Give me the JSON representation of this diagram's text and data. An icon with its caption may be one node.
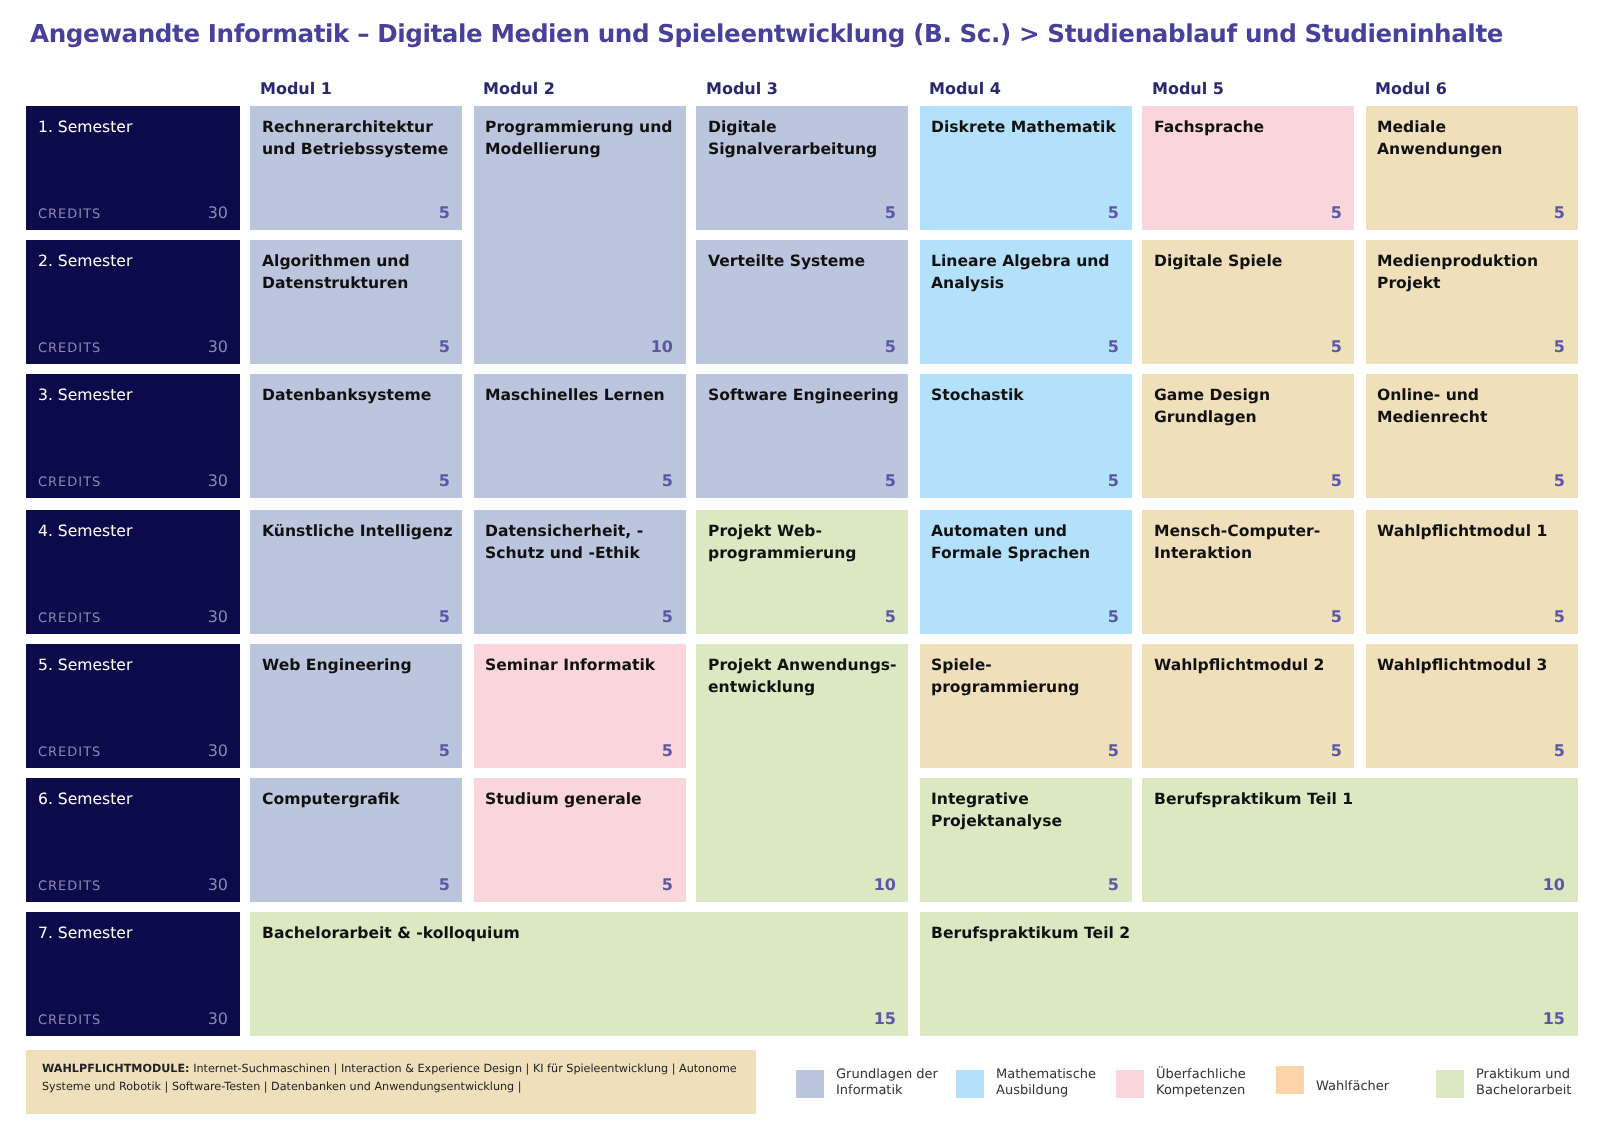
{
  "diagram": {
    "title": "Angewandte Informatik – Digitale Medien und Spieleentwicklung (B. Sc.) > Studienablauf und Studieninhalte",
    "nodes": [
      {
        "text": [
          "1. Semester",
          "CREDITS",
          "30"
        ]
      },
      {
        "text": [
          "Rechnerarchitektur und Betriebssysteme",
          "5"
        ]
      },
      {
        "text": [
          "Programmierung und Modellierung",
          "10"
        ]
      },
      {
        "text": [
          "Digitale Signalverarbeitung",
          "5"
        ]
      },
      {
        "text": [
          "Diskrete Mathematik",
          "5"
        ]
      },
      {
        "text": [
          "Fachsprache",
          "5"
        ]
      },
      {
        "text": [
          "Mediale Anwendungen",
          "5"
        ]
      },
      {
        "text": [
          "2. Semester",
          "CREDITS",
          "30"
        ]
      },
      {
        "text": [
          "Algorithmen und Datenstrukturen",
          "5"
        ]
      },
      {
        "text": [
          "Verteilte Systeme",
          "5"
        ]
      },
      {
        "text": [
          "Lineare Algebra und Analysis",
          "5"
        ]
      },
      {
        "text": [
          "Digitale Spiele",
          "5"
        ]
      },
      {
        "text": [
          "Medienproduktion Projekt",
          "5"
        ]
      },
      {
        "text": [
          "3. Semester",
          "CREDITS",
          "30"
        ]
      },
      {
        "text": [
          "Datenbanksysteme",
          "5"
        ]
      },
      {
        "text": [
          "Maschinelles Lernen",
          "5"
        ]
      },
      {
        "text": [
          "Software Engineering",
          "5"
        ]
      },
      {
        "text": [
          "Stochastik",
          "5"
        ]
      },
      {
        "text": [
          "Game Design Grundlagen",
          "5"
        ]
      },
      {
        "text": [
          "Online- und Medienrecht",
          "5"
        ]
      },
      {
        "text": [
          "4. Semester",
          "CREDITS",
          "30"
        ]
      },
      {
        "text": [
          "Künstliche Intelligenz",
          "5"
        ]
      },
      {
        "text": [
          "Datensicherheit, -Schutz und -Ethik",
          "5"
        ]
      },
      {
        "text": [
          "Projekt Web-programmierung",
          "5"
        ]
      },
      {
        "text": [
          "Automaten und Formale Sprachen",
          "5"
        ]
      },
      {
        "text": [
          "Mensch-Computer-Interaktion",
          "5"
        ]
      },
      {
        "text": [
          "Wahlpflichtmodul 1",
          "5"
        ]
      },
      {
        "text": [
          "5. Semester",
          "CREDITS",
          "30"
        ]
      },
      {
        "text": [
          "Web Engineering",
          "5"
        ]
      },
      {
        "text": [
          "Seminar Informatik",
          "5"
        ]
      },
      {
        "text": [
          "Projekt Anwendungs-entwicklung",
          "10"
        ]
      },
      {
        "text": [
          "Spiele-programmierung",
          "5"
        ]
      },
      {
        "text": [
          "Wahlpflichtmodul 2",
          "5"
        ]
      },
      {
        "text": [
          "Wahlpflichtmodul 3",
          "5"
        ]
      },
      {
        "text": [
          "6. Semester",
          "CREDITS",
          "30"
        ]
      },
      {
        "text": [
          "Computergrafik",
          "5"
        ]
      },
      {
        "text": [
          "Studium generale",
          "5"
        ]
      },
      {
        "text": [
          "Integrative Projektanalyse",
          "5"
        ]
      },
      {
        "text": [
          "Berufspraktikum Teil 1",
          "10"
        ]
      },
      {
        "text": [
          "7. Semester",
          "CREDITS",
          "30"
        ]
      },
      {
        "text": [
          "Bachelorarbeit & -kolloquium",
          "15"
        ]
      },
      {
        "text": [
          "Berufspraktikum Teil 2",
          "15"
        ]
      },
      {
        "text": [
          "**WAHLPFLICHTMODULE:** Internet-Suchmaschinen | Interaction & Experience Design | KI für Spieleentwicklung | Autonome Systeme und Robotik | Software-Testen | Datenbanken und Anwendungsentwicklung |"
        ]
      }
    ],
    "labels": [
      "Modul 1",
      "Modul 2",
      "Modul 3",
      "Modul 4",
      "Modul 5",
      "Modul 6"
    ],
    "legend": [
      {
        "text": "Grundlagen der Informatik",
        "color": "#bcc5de"
      },
      {
        "text": "Mathematische Ausbildung",
        "color": "#b3e0fa"
      },
      {
        "text": "Überfachliche Kompetenzen",
        "color": "#f9d6dc"
      },
      {
        "text": "Wahlfächer",
        "color": "#fdd3aa"
      },
      {
        "text": "Praktikum und Bachelorarbeit",
        "color": "#dbe8c2"
      }
    ]
  }
}
